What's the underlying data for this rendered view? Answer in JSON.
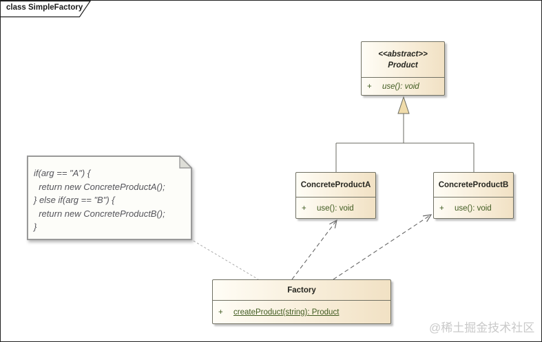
{
  "frame": {
    "tab_label": "class SimpleFactory"
  },
  "note": {
    "lines": [
      "if(arg == \"A\") {",
      "  return new ConcreteProductA();",
      "} else if(arg == \"B\") {",
      "  return new ConcreteProductB();",
      "}"
    ]
  },
  "classes": {
    "product": {
      "stereotype": "<<abstract>>",
      "name": "Product",
      "method_visibility": "+",
      "method": "use(): void"
    },
    "concreteA": {
      "name": "ConcreteProductA",
      "method_visibility": "+",
      "method": "use(): void"
    },
    "concreteB": {
      "name": "ConcreteProductB",
      "method_visibility": "+",
      "method": "use(): void"
    },
    "factory": {
      "name": "Factory",
      "method_visibility": "+",
      "method": "createProduct(string): Product"
    }
  },
  "relationships": [
    {
      "type": "generalization",
      "from": "ConcreteProductA",
      "to": "Product"
    },
    {
      "type": "generalization",
      "from": "ConcreteProductB",
      "to": "Product"
    },
    {
      "type": "dependency",
      "from": "Factory",
      "to": "ConcreteProductA"
    },
    {
      "type": "dependency",
      "from": "Factory",
      "to": "ConcreteProductB"
    },
    {
      "type": "note-link",
      "from": "note",
      "to": "Factory"
    }
  ],
  "watermark": "@稀土掘金技术社区",
  "colors": {
    "box_fill_start": "#fffdf6",
    "box_fill_end": "#f1e1c4",
    "box_border": "#6f6f62",
    "method_text": "#3f5a1f",
    "note_border": "#999999",
    "note_fill": "#fdfdf9",
    "connector": "#6a6a60",
    "dashed_connector": "#666666",
    "triangle_fill": "#f0dcab",
    "watermark": "#c9c9c9"
  }
}
